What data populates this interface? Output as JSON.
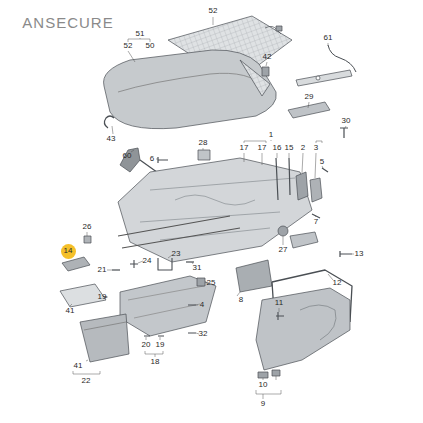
{
  "diagram": {
    "nodes": [
      {
        "text": [
          "14"
        ]
      }
    ],
    "labels": [
      "ANSECURE",
      "52",
      "51",
      "52",
      "50",
      "42",
      "61",
      "29",
      "30",
      "43",
      "60",
      "6",
      "28",
      "1",
      "17",
      "17",
      "16",
      "15",
      "2",
      "3",
      "5",
      "7",
      "27",
      "13",
      "26",
      "23",
      "24",
      "31",
      "21",
      "19",
      "25",
      "4",
      "8",
      "12",
      "11",
      "41",
      "32",
      "20",
      "19",
      "18",
      "41",
      "22",
      "10",
      "9"
    ]
  }
}
